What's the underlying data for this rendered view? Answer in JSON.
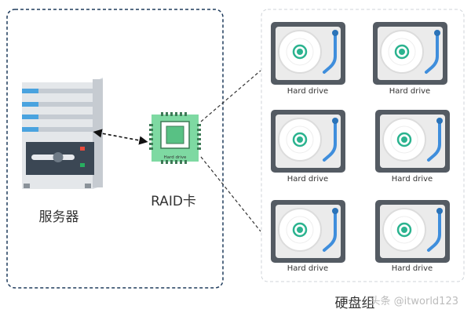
{
  "server": {
    "label": "服务器"
  },
  "raid_card": {
    "label": "RAID卡",
    "chip_caption": "Hard drive"
  },
  "disk_group": {
    "label": "硬盘组",
    "drives": [
      {
        "label": "Hard drive"
      },
      {
        "label": "Hard drive"
      },
      {
        "label": "Hard drive"
      },
      {
        "label": "Hard drive"
      },
      {
        "label": "Hard drive"
      },
      {
        "label": "Hard drive"
      }
    ]
  },
  "watermark": "头条 @itworld123",
  "colors": {
    "frame_border": "#1f3b5c",
    "drive_body": "#545b63",
    "drive_plate": "#ebebeb",
    "platter_ring": "#dcdcdc",
    "hub": "#2bb38f",
    "actuator": "#3f8edc",
    "card_green": "#7ed9a2",
    "server_stripe": "#4aa3df"
  },
  "icons": [
    "server-icon",
    "raid-card-icon",
    "hard-drive-icon",
    "double-arrow-icon"
  ]
}
